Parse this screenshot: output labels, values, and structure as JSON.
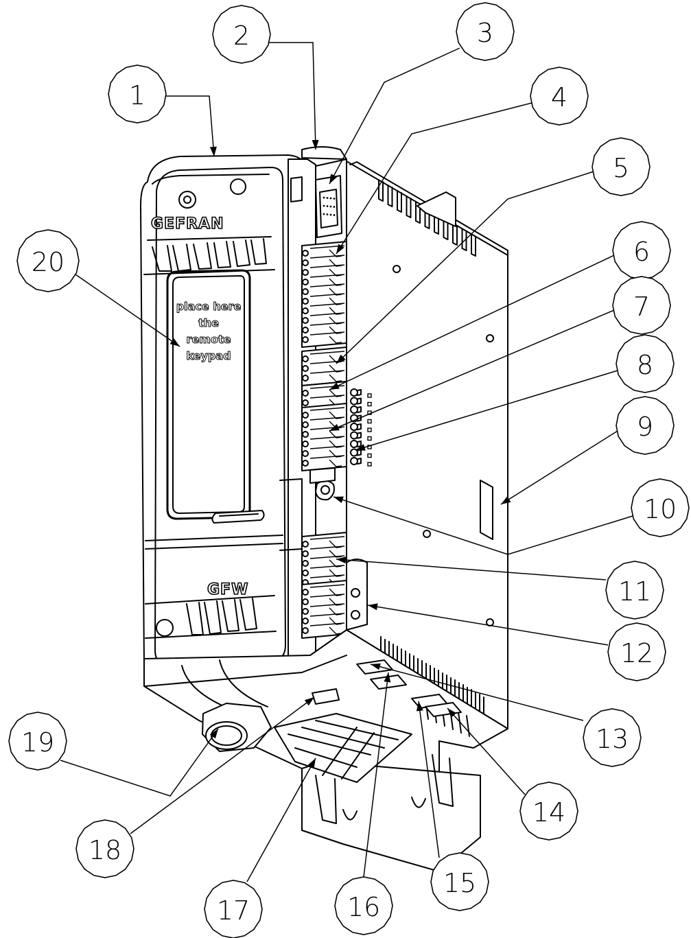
{
  "device": {
    "brand": "GEFRAN",
    "model": "GFW",
    "keypad_label": [
      "place here",
      "the",
      "remote",
      "keypad"
    ]
  },
  "callouts": [
    {
      "id": "1",
      "label": "1"
    },
    {
      "id": "2",
      "label": "2"
    },
    {
      "id": "3",
      "label": "3"
    },
    {
      "id": "4",
      "label": "4"
    },
    {
      "id": "5",
      "label": "5"
    },
    {
      "id": "6",
      "label": "6"
    },
    {
      "id": "7",
      "label": "7"
    },
    {
      "id": "8",
      "label": "8"
    },
    {
      "id": "9",
      "label": "9"
    },
    {
      "id": "10",
      "label": "10"
    },
    {
      "id": "11",
      "label": "11"
    },
    {
      "id": "12",
      "label": "12"
    },
    {
      "id": "13",
      "label": "13"
    },
    {
      "id": "14",
      "label": "14"
    },
    {
      "id": "15",
      "label": "15"
    },
    {
      "id": "16",
      "label": "16"
    },
    {
      "id": "17",
      "label": "17"
    },
    {
      "id": "18",
      "label": "18"
    },
    {
      "id": "19",
      "label": "19"
    },
    {
      "id": "20",
      "label": "20"
    }
  ]
}
